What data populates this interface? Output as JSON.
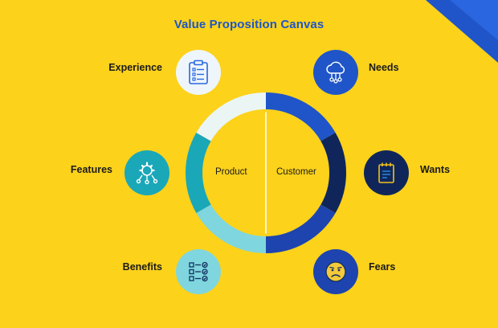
{
  "title": "Value Proposition Canvas",
  "left_label": "Product",
  "right_label": "Customer",
  "items": {
    "experience": {
      "label": "Experience",
      "icon": "clipboard-checklist-icon",
      "color": "#eef6fb"
    },
    "features": {
      "label": "Features",
      "icon": "gear-network-icon",
      "color": "#1aa7b8"
    },
    "benefits": {
      "label": "Benefits",
      "icon": "checklist-icon",
      "color": "#7fd6de"
    },
    "needs": {
      "label": "Needs",
      "icon": "cloud-network-icon",
      "color": "#1f55c8"
    },
    "wants": {
      "label": "Wants",
      "icon": "notepad-icon",
      "color": "#10265a"
    },
    "fears": {
      "label": "Fears",
      "icon": "worried-face-icon",
      "color": "#1e44b0"
    }
  },
  "ring_colors": {
    "left_top": "#eaf5f4",
    "left_mid": "#1aa7b8",
    "left_bottom": "#7fd6de",
    "right_top": "#1f55c8",
    "right_mid": "#10265a",
    "right_bottom": "#1e44b0"
  },
  "accent_corner": "#1f55c8"
}
